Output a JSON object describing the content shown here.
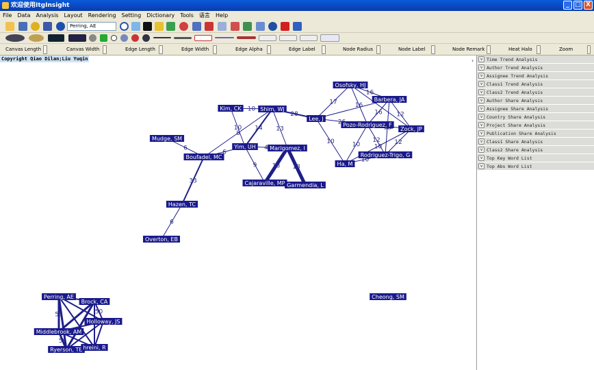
{
  "window": {
    "title": "欢迎使用ItgInsight",
    "minimize": "_",
    "maximize": "□",
    "close": "X"
  },
  "menu": [
    "File",
    "Data",
    "Analysis",
    "Layout",
    "Rendering",
    "Setting",
    "Dictionary",
    "Tools",
    "语言",
    "Help"
  ],
  "search": {
    "value": "Perring, AE"
  },
  "sliders": [
    "Canvas Length",
    "Canvas Width",
    "Edge Length",
    "Edge Width",
    "Edge Alpha",
    "Edge Label",
    "Node Radius",
    "Node Label",
    "Node Remark",
    "Heat Halo",
    "Zoom"
  ],
  "canvas": {
    "copyright": "Copyright Qiao Dilan;Liu Yuqin",
    "collapse_arrow": "›"
  },
  "panel": {
    "items": [
      "Time Trend Analysis",
      "Author Trend Analysis",
      "Assignee Trend Analysis",
      "Class1 Trend Analysis",
      "Class2 Trend Analysis",
      "Author Share Analysis",
      "Assignee Share Analysis",
      "Country Share Analysis",
      "Project Share Analysis",
      "Publication Share Analysis",
      "Class1 Share Analysis",
      "Class2 Share Analysis",
      "Top Key Word List",
      "Top Abs Word List"
    ]
  },
  "graph": {
    "colors": {
      "node": "#1a1a8c",
      "edge": "#1e1e8a",
      "edge_label": "#2b2b80"
    },
    "nodes": [
      {
        "id": "kim",
        "label": "Kim, CK"
      },
      {
        "id": "shim",
        "label": "Shim, WJ"
      },
      {
        "id": "mudge",
        "label": "Mudge, SM"
      },
      {
        "id": "boufadel",
        "label": "Boufadel, MC"
      },
      {
        "id": "yim",
        "label": "Yim, UH"
      },
      {
        "id": "marigomez",
        "label": "Marigomez, I"
      },
      {
        "id": "cajaraville",
        "label": "Cajaraville, MP"
      },
      {
        "id": "garmendia",
        "label": "Garmendia, L"
      },
      {
        "id": "hazen",
        "label": "Hazen, TC"
      },
      {
        "id": "overton",
        "label": "Overton, EB"
      },
      {
        "id": "lee",
        "label": "Lee, J"
      },
      {
        "id": "osofsky",
        "label": "Osofsky, HJ"
      },
      {
        "id": "barbera",
        "label": "Barbera, JA"
      },
      {
        "id": "pozo",
        "label": "Pozo-Rodriguez, F"
      },
      {
        "id": "zock",
        "label": "Zock, JP"
      },
      {
        "id": "rodriguez",
        "label": "Rodriguez-Trigo, G"
      },
      {
        "id": "ha",
        "label": "Ha, M"
      },
      {
        "id": "perring",
        "label": "Perring, AE"
      },
      {
        "id": "brock",
        "label": "Brock, CA"
      },
      {
        "id": "holloway",
        "label": "Holloway, JS"
      },
      {
        "id": "middlebrook",
        "label": "Middlebrook, AM"
      },
      {
        "id": "ryerson",
        "label": "Ryerson, TB"
      },
      {
        "id": "ahreini",
        "label": "hreini, R"
      },
      {
        "id": "cheong",
        "label": "Cheong, SM"
      }
    ],
    "edges": [
      {
        "a": "kim",
        "b": "shim",
        "w": 1,
        "label": "10"
      },
      {
        "a": "kim",
        "b": "yim",
        "w": 1,
        "label": "10"
      },
      {
        "a": "shim",
        "b": "yim",
        "w": 2,
        "label": "14"
      },
      {
        "a": "shim",
        "b": "lee",
        "w": 2,
        "label": "28"
      },
      {
        "a": "shim",
        "b": "marigomez",
        "w": 1,
        "label": "13"
      },
      {
        "a": "shim",
        "b": "boufadel",
        "w": 1,
        "label": "8"
      },
      {
        "a": "yim",
        "b": "boufadel",
        "w": 1,
        "label": "6"
      },
      {
        "a": "yim",
        "b": "marigomez",
        "w": 1,
        "label": "4"
      },
      {
        "a": "yim",
        "b": "cajaraville",
        "w": 1,
        "label": "9"
      },
      {
        "a": "marigomez",
        "b": "cajaraville",
        "w": 5,
        "label": "18"
      },
      {
        "a": "marigomez",
        "b": "garmendia",
        "w": 5,
        "label": "18"
      },
      {
        "a": "cajaraville",
        "b": "garmendia",
        "w": 1,
        "label": ""
      },
      {
        "a": "mudge",
        "b": "boufadel",
        "w": 1,
        "label": "6"
      },
      {
        "a": "boufadel",
        "b": "hazen",
        "w": 2,
        "label": "33"
      },
      {
        "a": "hazen",
        "b": "overton",
        "w": 1,
        "label": "6"
      },
      {
        "a": "lee",
        "b": "osofsky",
        "w": 1,
        "label": "17"
      },
      {
        "a": "lee",
        "b": "pozo",
        "w": 1,
        "label": "26"
      },
      {
        "a": "lee",
        "b": "ha",
        "w": 1,
        "label": "10"
      },
      {
        "a": "lee",
        "b": "barbera",
        "w": 1,
        "label": ""
      },
      {
        "a": "osofsky",
        "b": "barbera",
        "w": 1,
        "label": "16"
      },
      {
        "a": "osofsky",
        "b": "pozo",
        "w": 1,
        "label": "16"
      },
      {
        "a": "osofsky",
        "b": "zock",
        "w": 1,
        "label": ""
      },
      {
        "a": "barbera",
        "b": "pozo",
        "w": 1,
        "label": "16"
      },
      {
        "a": "barbera",
        "b": "zock",
        "w": 1,
        "label": "12"
      },
      {
        "a": "barbera",
        "b": "rodriguez",
        "w": 1,
        "label": "12"
      },
      {
        "a": "pozo",
        "b": "zock",
        "w": 1,
        "label": "12"
      },
      {
        "a": "pozo",
        "b": "rodriguez",
        "w": 1,
        "label": "12"
      },
      {
        "a": "pozo",
        "b": "ha",
        "w": 1,
        "label": "10"
      },
      {
        "a": "zock",
        "b": "rodriguez",
        "w": 1,
        "label": "12"
      },
      {
        "a": "zock",
        "b": "ha",
        "w": 1,
        "label": "10"
      },
      {
        "a": "rodriguez",
        "b": "ha",
        "w": 1,
        "label": "10"
      },
      {
        "a": "perring",
        "b": "brock",
        "w": 2,
        "label": ""
      },
      {
        "a": "perring",
        "b": "holloway",
        "w": 2,
        "label": ""
      },
      {
        "a": "perring",
        "b": "middlebrook",
        "w": 3,
        "label": "58"
      },
      {
        "a": "perring",
        "b": "ryerson",
        "w": 3,
        "label": ""
      },
      {
        "a": "perring",
        "b": "ahreini",
        "w": 2,
        "label": ""
      },
      {
        "a": "brock",
        "b": "holloway",
        "w": 2,
        "label": "50"
      },
      {
        "a": "brock",
        "b": "middlebrook",
        "w": 3,
        "label": ""
      },
      {
        "a": "brock",
        "b": "ryerson",
        "w": 3,
        "label": ""
      },
      {
        "a": "brock",
        "b": "ahreini",
        "w": 2,
        "label": ""
      },
      {
        "a": "holloway",
        "b": "middlebrook",
        "w": 2,
        "label": ""
      },
      {
        "a": "holloway",
        "b": "ryerson",
        "w": 2,
        "label": ""
      },
      {
        "a": "holloway",
        "b": "ahreini",
        "w": 2,
        "label": ""
      },
      {
        "a": "middlebrook",
        "b": "ryerson",
        "w": 3,
        "label": "56"
      },
      {
        "a": "middlebrook",
        "b": "ahreini",
        "w": 2,
        "label": ""
      },
      {
        "a": "ryerson",
        "b": "ahreini",
        "w": 2,
        "label": ""
      }
    ]
  }
}
